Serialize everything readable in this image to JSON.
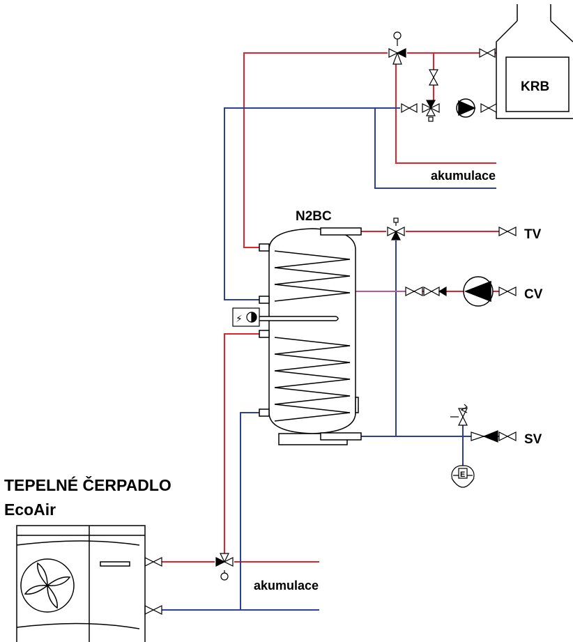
{
  "labels": {
    "fireplace": "KRB",
    "tank_model": "N2BC",
    "hot_water": "TV",
    "heating_circuit": "CV",
    "cold_water": "SV",
    "accumulation_top": "akumulace",
    "accumulation_bottom": "akumulace",
    "heat_pump_title": "TEPELNÉ ČERPADLO",
    "heat_pump_model": "EcoAir",
    "expansion_vessel_letter": "E",
    "heater_symbol": "⚡"
  },
  "colors": {
    "supply_pipe": "#e8202a",
    "return_pipe": "#2a3f9b",
    "circulation_pipe": "#c0569a",
    "outline": "#000000"
  }
}
